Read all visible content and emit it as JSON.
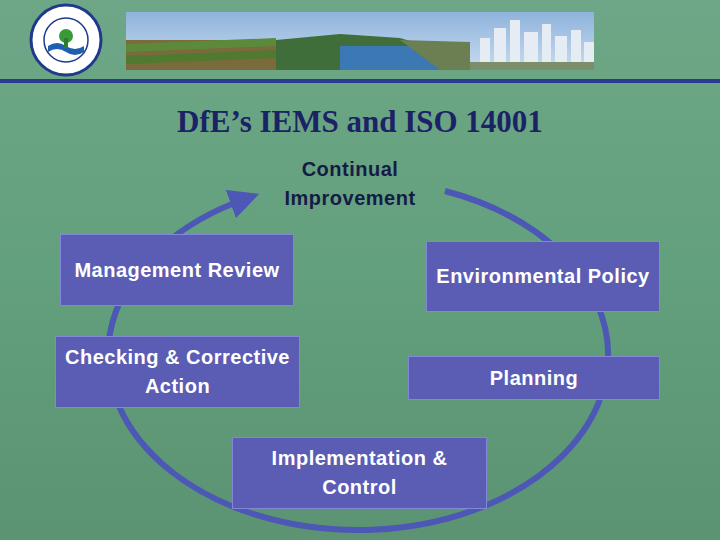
{
  "diagram": {
    "title": "DfE’s IEMS and ISO 14001",
    "nodes": [
      {
        "text": [
          "Management Review"
        ]
      },
      {
        "text": [
          "Environmental Policy"
        ]
      },
      {
        "text": [
          "Checking & Corrective Action"
        ]
      },
      {
        "text": [
          "Planning"
        ]
      },
      {
        "text": [
          "Implementation & Control"
        ]
      }
    ],
    "labels": [
      "Continual Improvement"
    ]
  }
}
